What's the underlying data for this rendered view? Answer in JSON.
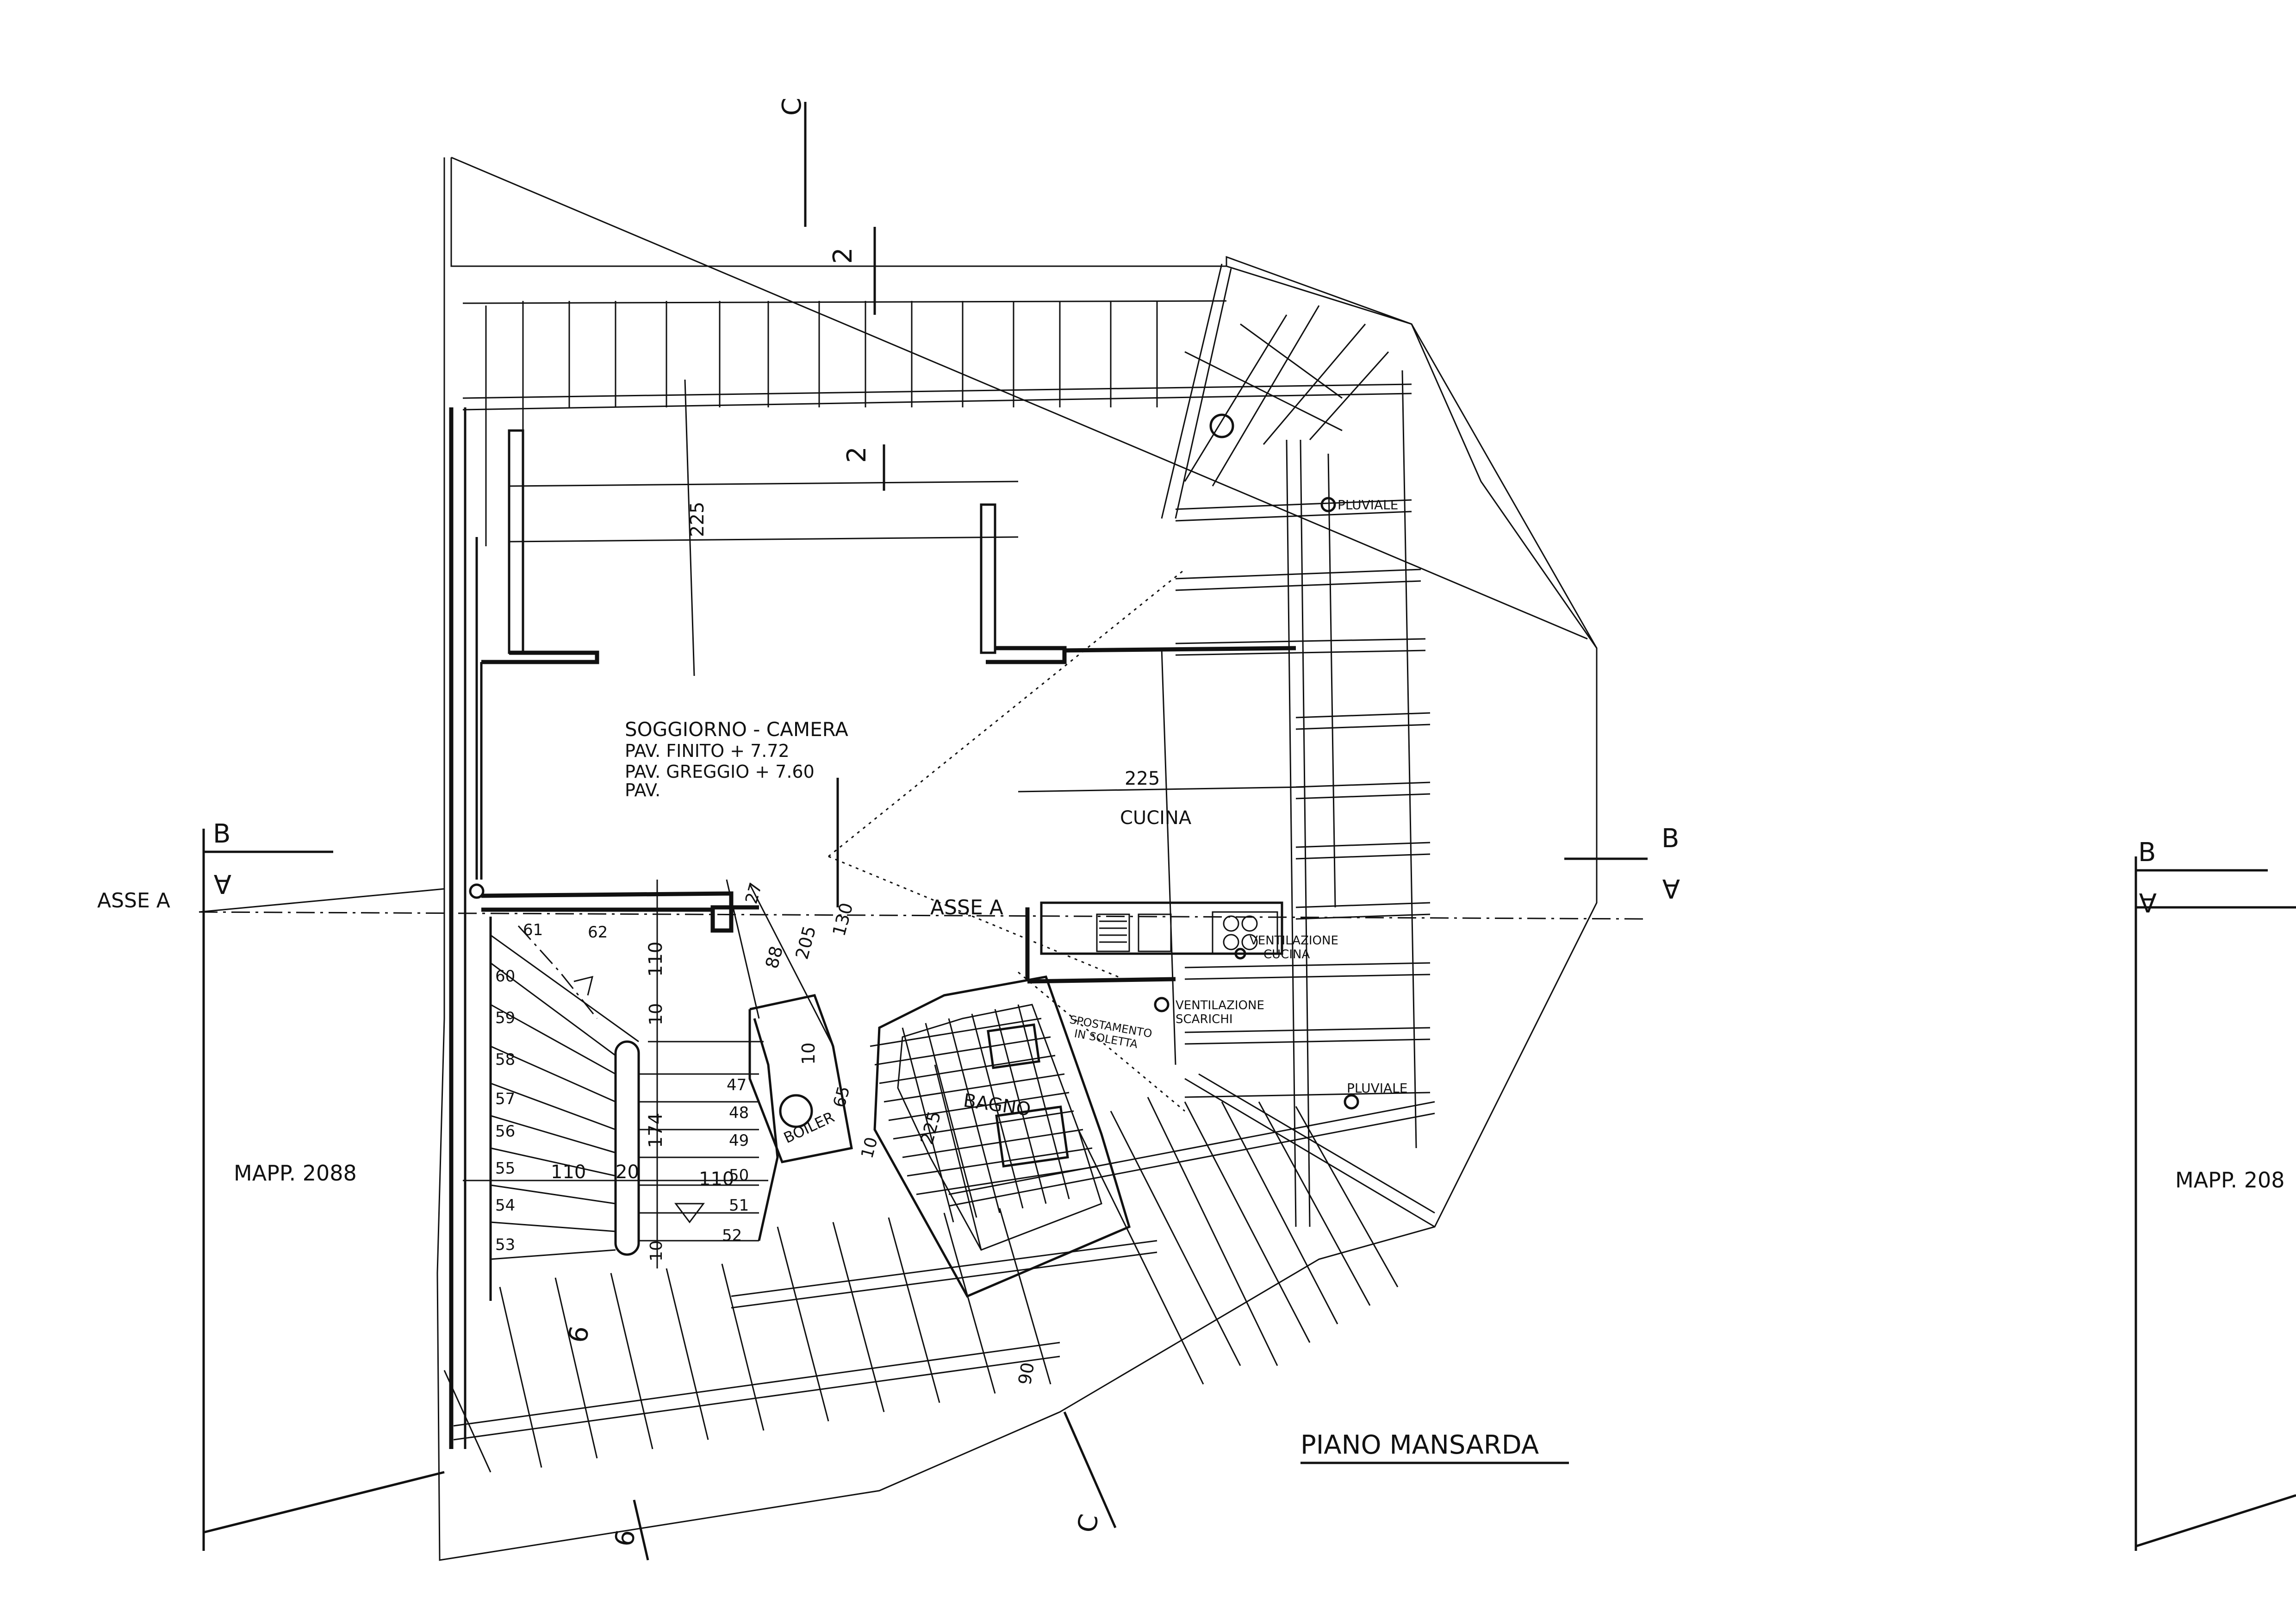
{
  "title": "PIANO MANSARDA",
  "room_main": {
    "name": "SOGGIORNO - CAMERA",
    "line1": "PAV. FINITO  + 7.72",
    "line2": "PAV. GREGGIO + 7.60",
    "line3": "PAV."
  },
  "rooms": {
    "kitchen": "CUCINA",
    "bath": "BAGNO",
    "boiler": "BOILER"
  },
  "notes": {
    "pluviale_top": "PLUVIALE",
    "pluviale_bottom": "PLUVIALE",
    "vent_kitchen_1": "VENTILAZIONE",
    "vent_kitchen_2": "CUCINA",
    "vent_drain_1": "VENTILAZIONE",
    "vent_drain_2": "SCARICHI",
    "shift_1": "SPOSTAMENTO",
    "shift_2": "IN SOLETTA"
  },
  "axes": {
    "asse_left": "ASSE A",
    "asse_mid": "ASSE A"
  },
  "sections": {
    "c_top": "C",
    "c_bottom": "C",
    "b_left": "B",
    "a_left": "A",
    "b_right": "B",
    "a_right": "A",
    "b_far": "B",
    "a_far": "A",
    "s2_top": "2",
    "s2_room": "2",
    "s6_a": "6",
    "s6_b": "6"
  },
  "parcels": {
    "left": "MAPP. 2088",
    "right": "MAPP. 208"
  },
  "dimensions": {
    "d225_room": "225",
    "d225_kitchen": "225",
    "d110_a": "110",
    "d10_a": "10",
    "d10_b": "10",
    "d174": "174",
    "d110_b": "110",
    "d20": "20",
    "d110_c": "110",
    "d88": "88",
    "d205": "205",
    "d130": "130",
    "d27": "27",
    "d65": "65",
    "d225_bath": "225",
    "d90": "90",
    "d10_c": "10",
    "d10_d": "10"
  },
  "stairs": {
    "steps": [
      "61",
      "62",
      "60",
      "59",
      "58",
      "57",
      "56",
      "55",
      "54",
      "53",
      "47",
      "48",
      "49",
      "50",
      "51",
      "52"
    ]
  }
}
